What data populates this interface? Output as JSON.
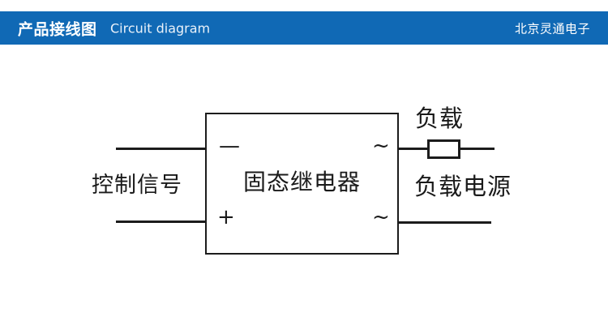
{
  "header": {
    "title_cn": "产品接线图",
    "title_en": "Circuit diagram",
    "brand": "北京灵通电子",
    "background_color": "#1069b5",
    "text_color": "#ffffff"
  },
  "diagram": {
    "type": "circuit-wiring-diagram",
    "line_color": "#1c1c1c",
    "background_color": "#ffffff",
    "component": {
      "name": "固态继电器",
      "terminals": {
        "input_negative": "—",
        "input_positive": "+",
        "output_ac_top": "~",
        "output_ac_bottom": "~"
      }
    },
    "labels": {
      "control_signal": "控制信号",
      "load": "负载",
      "load_supply": "负载电源"
    },
    "symbols": {
      "resistor": "load-resistor"
    }
  }
}
